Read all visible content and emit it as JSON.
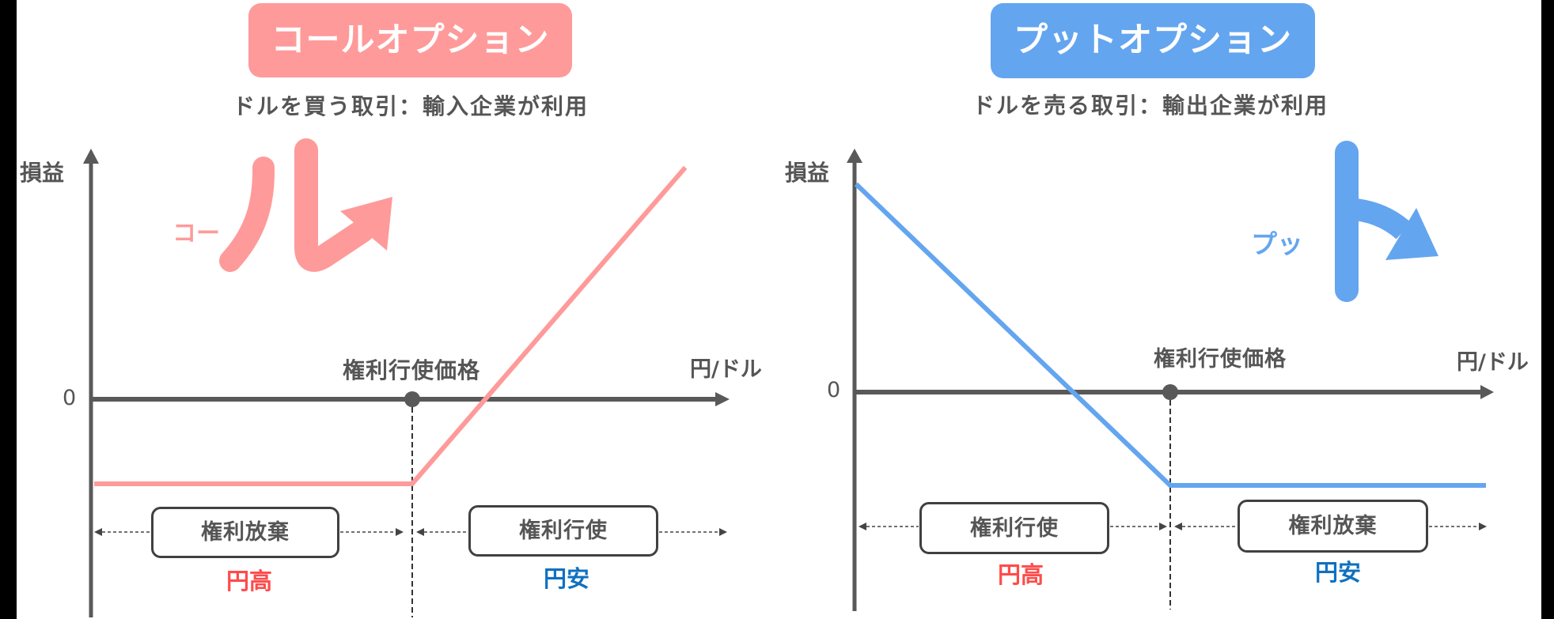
{
  "call": {
    "title": "コールオプション",
    "subtitle": "ドルを買う取引：輸入企業が利用",
    "y_axis_label": "損益",
    "zero_label": "0",
    "x_axis_label": "円/ドル",
    "strike_label": "権利行使価格",
    "mnemonic_small": "コー",
    "mnemonic_big": "ル",
    "mnemonic_icon": "arrow-up-right-icon",
    "regions": [
      {
        "box_label": "権利放棄",
        "fx_label": "円高"
      },
      {
        "box_label": "権利行使",
        "fx_label": "円安"
      }
    ]
  },
  "put": {
    "title": "プットオプション",
    "subtitle": "ドルを売る取引：輸出企業が利用",
    "y_axis_label": "損益",
    "zero_label": "0",
    "x_axis_label": "円/ドル",
    "strike_label": "権利行使価格",
    "mnemonic_small": "プッ",
    "mnemonic_big": "ト",
    "mnemonic_icon": "arrow-down-right-icon",
    "regions": [
      {
        "box_label": "権利行使",
        "fx_label": "円高"
      },
      {
        "box_label": "権利放棄",
        "fx_label": "円安"
      }
    ]
  },
  "colors": {
    "call_accent": "#ff9a9a",
    "put_accent": "#64a5f0",
    "yen_high": "#ff4b4b",
    "yen_low": "#0f70c0",
    "axis": "#595959",
    "text": "#555555"
  },
  "chart_data": [
    {
      "type": "line",
      "title": "コールオプション",
      "subtitle": "ドルを買う取引：輸入企業が利用",
      "xlabel": "円/ドル",
      "ylabel": "損益",
      "x_tick_labels": [
        {
          "label": "権利行使価格",
          "x": 0.5
        }
      ],
      "y_tick_labels": [
        {
          "label": "0",
          "y": 0
        }
      ],
      "series": [
        {
          "name": "損益",
          "color": "#ff9a9a",
          "x": [
            0.005,
            0.5,
            0.925
          ],
          "y": [
            -1,
            -1,
            2.74
          ]
        }
      ],
      "regions": [
        {
          "x_range": [
            0,
            0.5
          ],
          "label": "権利放棄",
          "sublabel": "円高"
        },
        {
          "x_range": [
            0.5,
            1.0
          ],
          "label": "権利行使",
          "sublabel": "円安"
        }
      ],
      "grid": false,
      "legend": null
    },
    {
      "type": "line",
      "title": "プットオプション",
      "subtitle": "ドルを売る取引：輸出企業が利用",
      "xlabel": "円/ドル",
      "ylabel": "損益",
      "x_tick_labels": [
        {
          "label": "権利行使価格",
          "x": 0.5
        }
      ],
      "y_tick_labels": [
        {
          "label": "0",
          "y": 0
        }
      ],
      "series": [
        {
          "name": "損益",
          "color": "#64a5f0",
          "x": [
            0.0025,
            0.5,
            1.0
          ],
          "y": [
            2.23,
            -1,
            -1
          ]
        }
      ],
      "regions": [
        {
          "x_range": [
            0,
            0.5
          ],
          "label": "権利行使",
          "sublabel": "円高"
        },
        {
          "x_range": [
            0.5,
            1.0
          ],
          "label": "権利放棄",
          "sublabel": "円安"
        }
      ],
      "grid": false,
      "legend": null
    }
  ]
}
